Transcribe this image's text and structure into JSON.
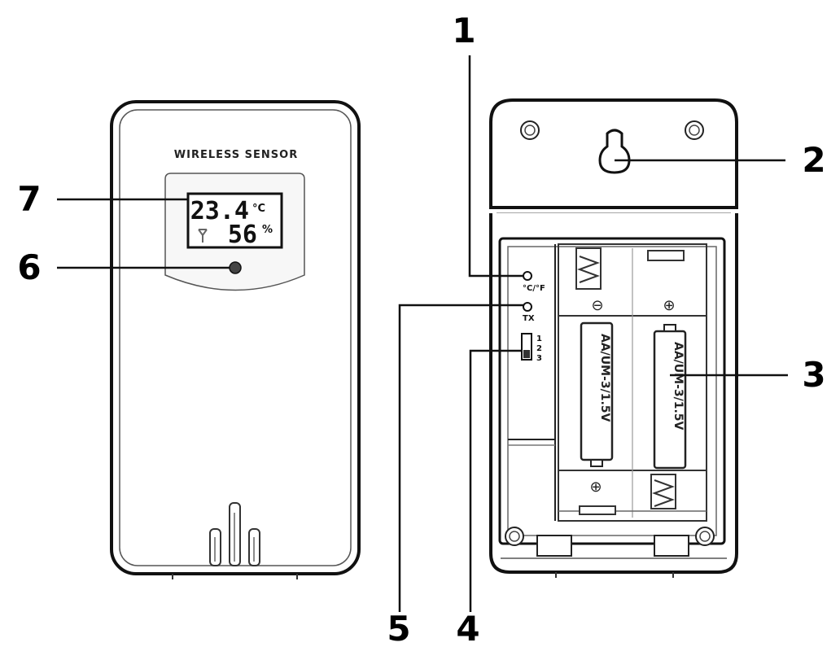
{
  "front": {
    "title": "WIRELESS SENSOR",
    "temperature": "23.4",
    "temperature_unit": "°C",
    "humidity": "56",
    "humidity_unit": "%"
  },
  "back": {
    "button_label": "°C/°F",
    "tx_label": "TX",
    "channel_labels": [
      "1",
      "2",
      "3"
    ],
    "battery_label": "AA/UM-3/1.5V",
    "polarity_minus": "⊖",
    "polarity_plus": "⊕"
  },
  "callouts": [
    "1",
    "2",
    "3",
    "4",
    "5",
    "6",
    "7"
  ]
}
